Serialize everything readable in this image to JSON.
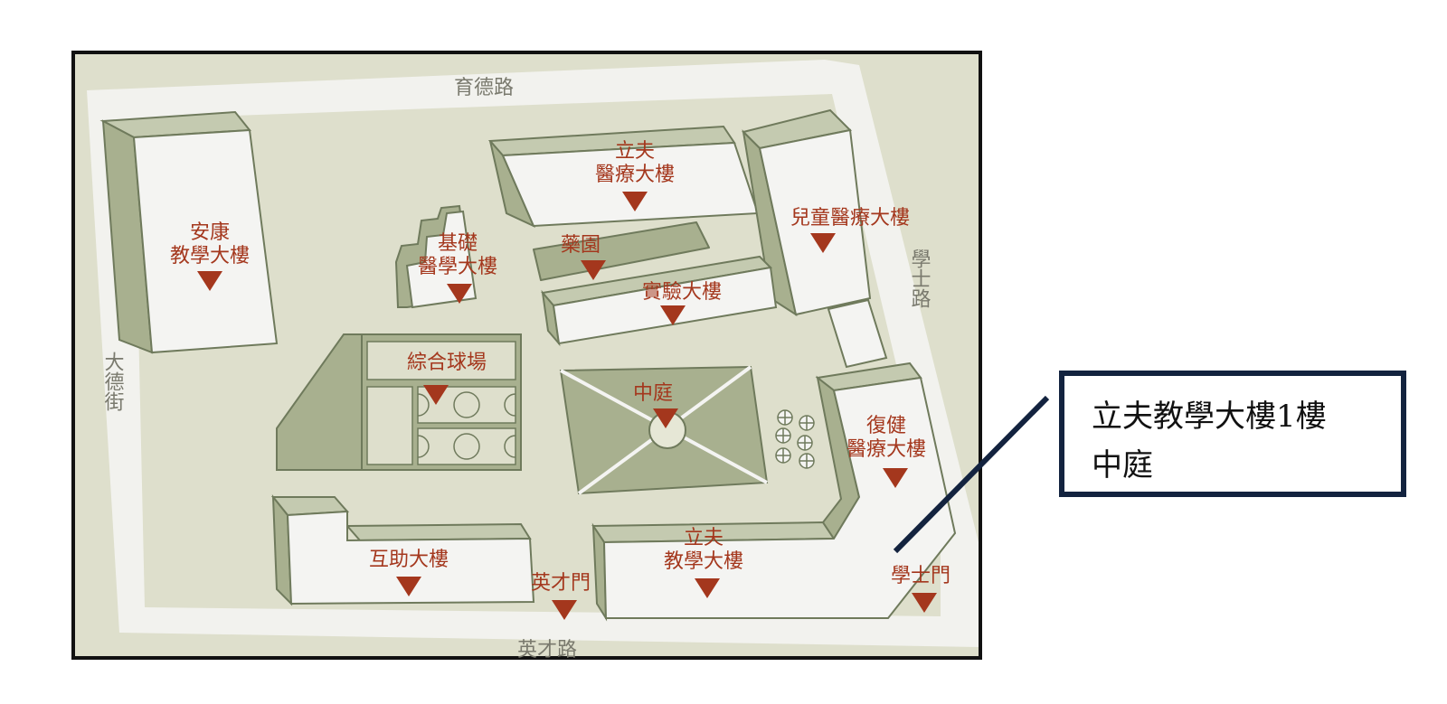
{
  "colors": {
    "ground": "#dedfcc",
    "road": "#f2f2ee",
    "building_top": "#f4f4f2",
    "building_side": "#a8b08f",
    "building_edge": "#6f7a5c",
    "label": "#a4371d",
    "street_label": "#7a7a6e",
    "callout_border": "#13233f"
  },
  "streets": {
    "north": "育德路",
    "south": "英才路",
    "west": "大德街",
    "east": "學士路"
  },
  "buildings": {
    "ankang": [
      "安康",
      "教學大樓"
    ],
    "jichu": [
      "基礎",
      "醫學大樓"
    ],
    "lifu_medical": [
      "立夫",
      "醫療大樓"
    ],
    "childrens": "兒童醫療大樓",
    "herb_garden": "藥園",
    "lab": "實驗大樓",
    "sports": "綜合球場",
    "courtyard": "中庭",
    "rehab": [
      "復健",
      "醫療大樓"
    ],
    "huzhu": "互助大樓",
    "yingcai_gate": "英才門",
    "lifu_teaching": [
      "立夫",
      "教學大樓"
    ],
    "xueshi_gate": "學士門"
  },
  "callout": {
    "line1": "立夫教學大樓1樓",
    "line2": "中庭"
  }
}
